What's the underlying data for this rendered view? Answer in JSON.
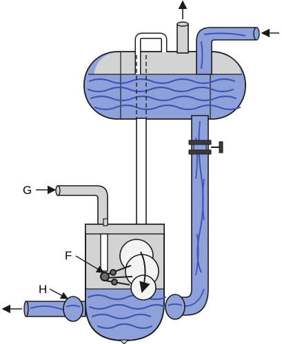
{
  "labels": {
    "G": "G",
    "F": "F",
    "H": "H"
  },
  "colors": {
    "fluid": "#8fa1da",
    "wave": "#3d54b3",
    "vapor": "#d3d3d3",
    "outline": "#1a1a1a",
    "background": "#ffffff"
  }
}
